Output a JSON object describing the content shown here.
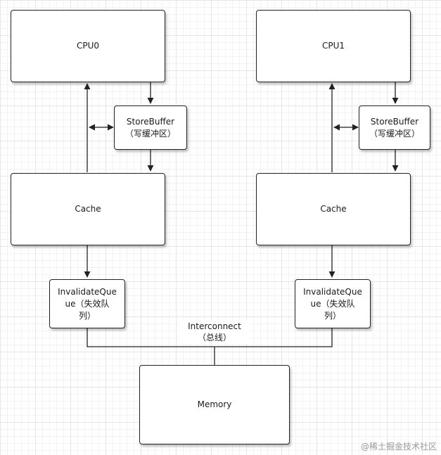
{
  "diagram": {
    "cpu0": {
      "label": "CPU0"
    },
    "cpu1": {
      "label": "CPU1"
    },
    "store_buffer_0": {
      "line1": "StoreBuffer",
      "line2": "（写缓冲区）"
    },
    "store_buffer_1": {
      "line1": "StoreBuffer",
      "line2": "（写缓冲区）"
    },
    "cache_0": {
      "label": "Cache"
    },
    "cache_1": {
      "label": "Cache"
    },
    "invalidate_queue_0": {
      "line1": "InvalidateQue",
      "line2": "ue（失效队",
      "line3": "列）"
    },
    "invalidate_queue_1": {
      "line1": "InvalidateQue",
      "line2": "ue（失效队",
      "line3": "列）"
    },
    "interconnect": {
      "line1": "Interconnect",
      "line2": "（总线）"
    },
    "memory": {
      "label": "Memory"
    }
  },
  "watermark": {
    "text": "@稀土掘金技术社区"
  },
  "colors": {
    "stroke": "#222222",
    "background": "#ffffff",
    "grid": "#e6e6e6"
  }
}
